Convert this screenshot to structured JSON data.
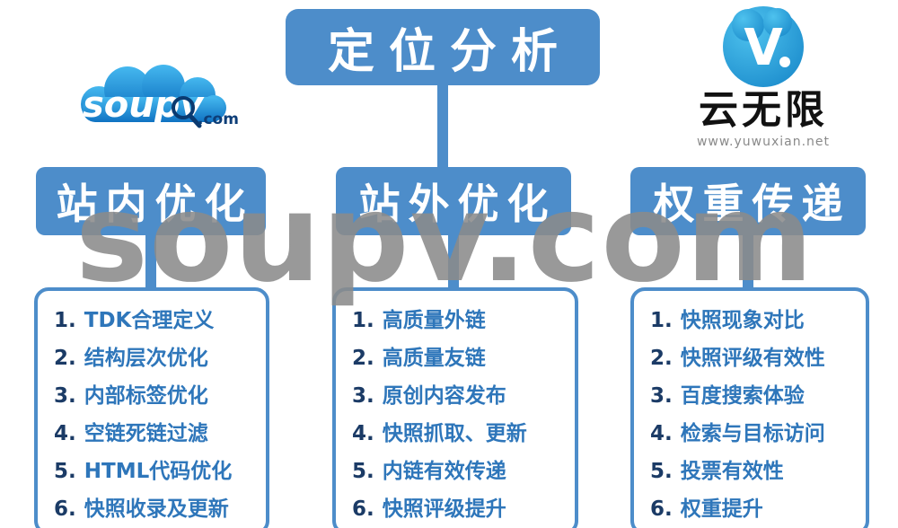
{
  "watermark": "soupv.com",
  "root": {
    "label": "定位分析"
  },
  "logos": {
    "soupv": {
      "name": "soupv",
      "suffix": ".com"
    },
    "yunwuxian": {
      "icon_letter": "V",
      "title": "云无限",
      "site": "www.yuwuxian.net"
    }
  },
  "branches": [
    {
      "label": "站内优化",
      "items": [
        {
          "num": "1.",
          "text": "TDK合理定义"
        },
        {
          "num": "2.",
          "text": "结构层次优化"
        },
        {
          "num": "3.",
          "text": "内部标签优化"
        },
        {
          "num": "4.",
          "text": "空链死链过滤"
        },
        {
          "num": "5.",
          "text": "HTML代码优化"
        },
        {
          "num": "6.",
          "text": "快照收录及更新"
        }
      ]
    },
    {
      "label": "站外优化",
      "items": [
        {
          "num": "1.",
          "text": "高质量外链"
        },
        {
          "num": "2.",
          "text": "高质量友链"
        },
        {
          "num": "3.",
          "text": "原创内容发布"
        },
        {
          "num": "4.",
          "text": "快照抓取、更新"
        },
        {
          "num": "5.",
          "text": "内链有效传递"
        },
        {
          "num": "6.",
          "text": "快照评级提升"
        }
      ]
    },
    {
      "label": "权重传递",
      "items": [
        {
          "num": "1.",
          "text": "快照现象对比"
        },
        {
          "num": "2.",
          "text": "快照评级有效性"
        },
        {
          "num": "3.",
          "text": "百度搜索体验"
        },
        {
          "num": "4.",
          "text": "检索与目标访问"
        },
        {
          "num": "5.",
          "text": "投票有效性"
        },
        {
          "num": "6.",
          "text": "权重提升"
        }
      ]
    }
  ],
  "colors": {
    "primary_blue": "#4d8dca",
    "item_text_blue": "#2e76ba",
    "item_number_navy": "#1b3b66",
    "watermark_gray": "#8b8b8b"
  }
}
